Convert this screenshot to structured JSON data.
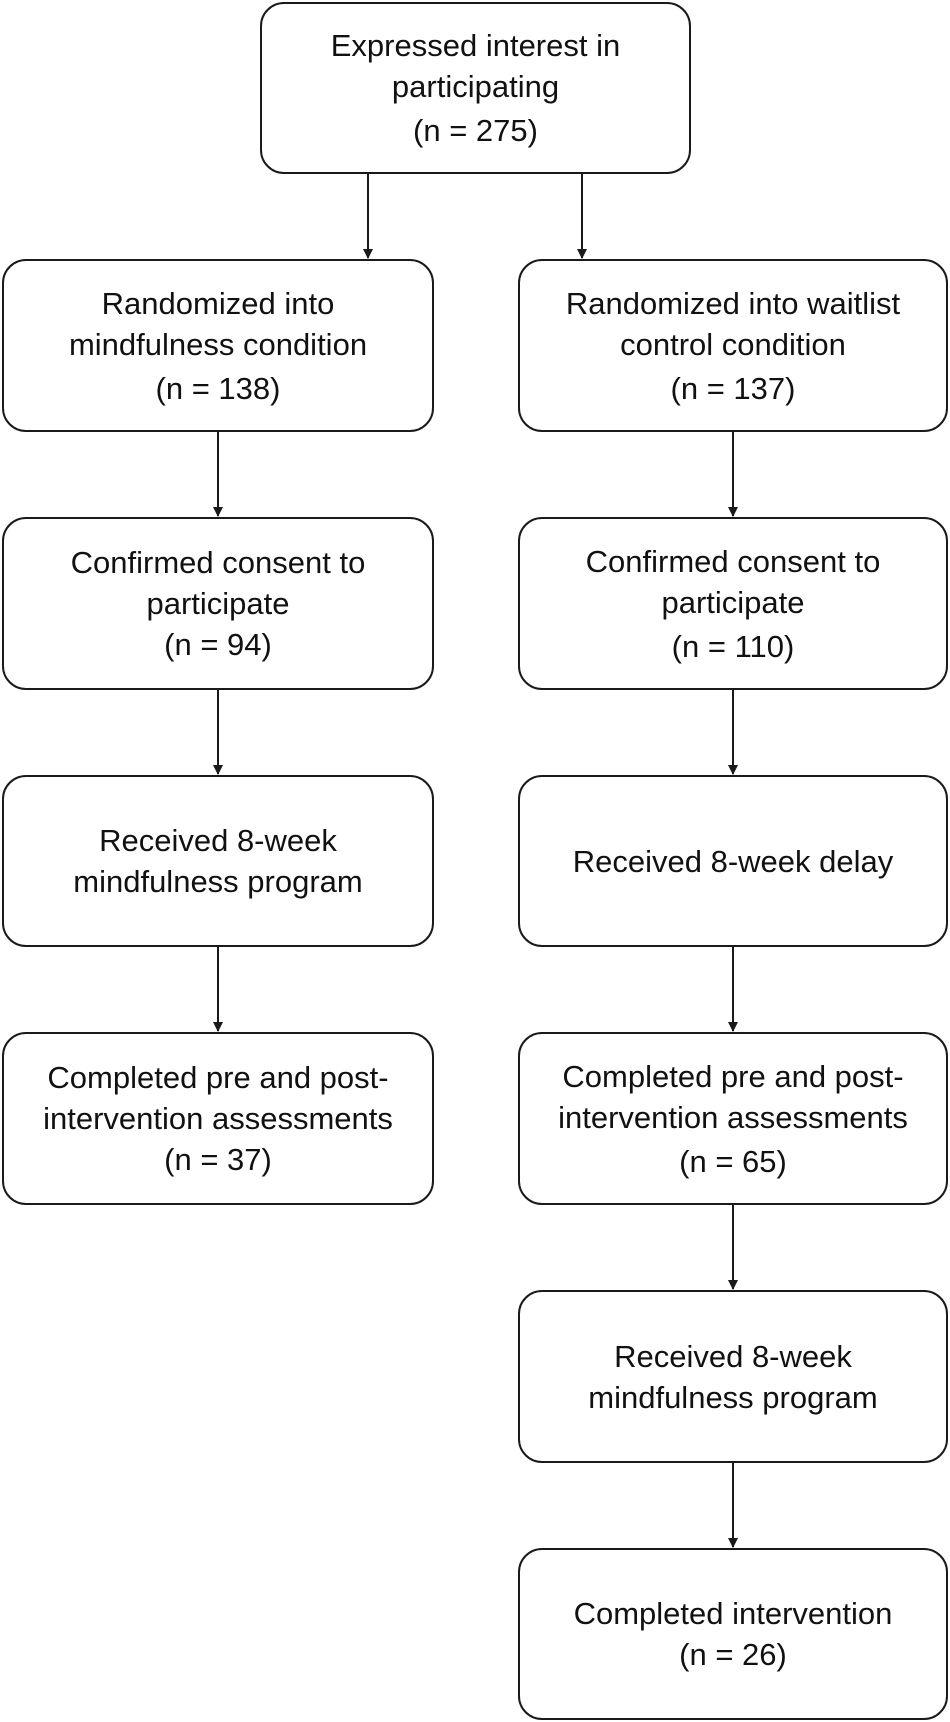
{
  "diagram": {
    "top": {
      "lines": [
        "Expressed interest in",
        "participating"
      ],
      "count": "(n = 275)"
    },
    "left": [
      {
        "lines": [
          "Randomized into",
          "mindfulness condition"
        ],
        "count": "(n = 138)"
      },
      {
        "lines": [
          "Confirmed consent to",
          "participate"
        ],
        "count": "(n = 94)"
      },
      {
        "lines": [
          "Received 8-week",
          "mindfulness program"
        ]
      },
      {
        "lines": [
          "Completed pre and post-",
          "intervention assessments"
        ],
        "count": "(n = 37)"
      }
    ],
    "right": [
      {
        "lines": [
          "Randomized into waitlist",
          "control condition"
        ],
        "count": "(n = 137)"
      },
      {
        "lines": [
          "Confirmed consent to",
          "participate"
        ],
        "count": "(n = 110)"
      },
      {
        "lines": [
          "Received 8-week delay"
        ]
      },
      {
        "lines": [
          "Completed pre and post-",
          "intervention assessments"
        ],
        "count": "(n = 65)"
      },
      {
        "lines": [
          "Received 8-week",
          "mindfulness program"
        ]
      },
      {
        "lines": [
          "Completed intervention"
        ],
        "count": "(n = 26)"
      }
    ]
  }
}
